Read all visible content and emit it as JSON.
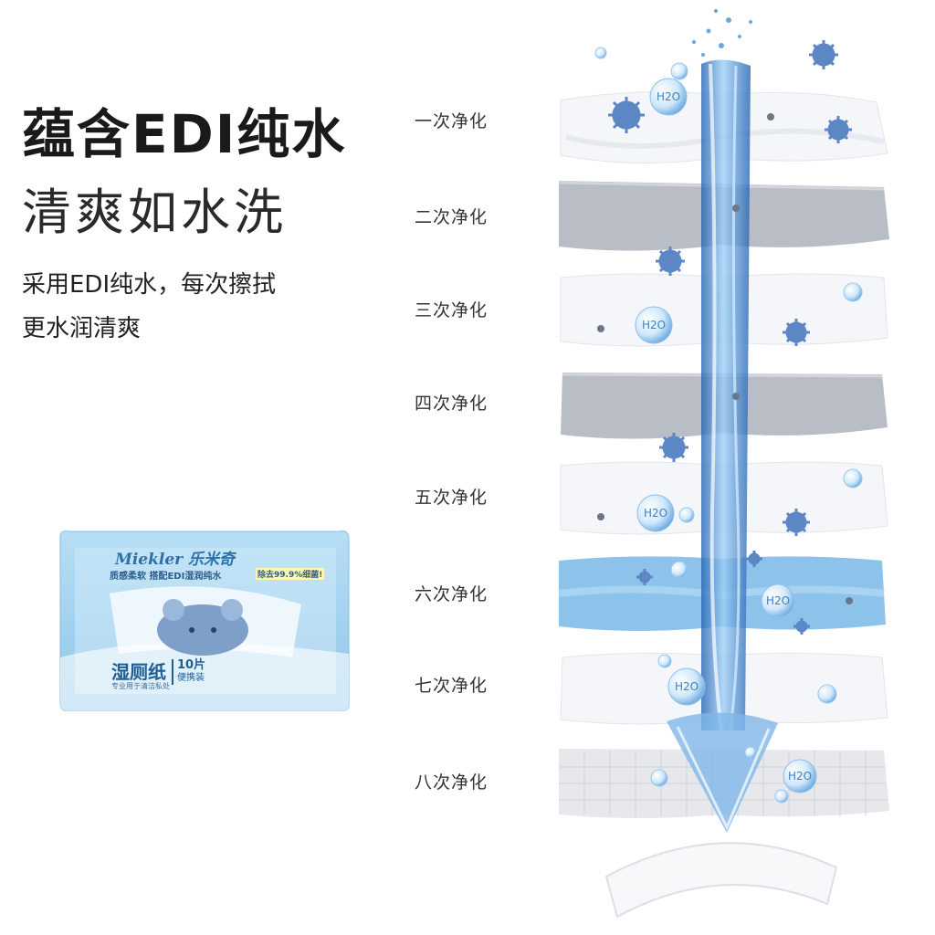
{
  "headline": {
    "line1": "蕴含EDI纯水",
    "line2": "清爽如水洗"
  },
  "description": {
    "line1": "采用EDI纯水，每次擦拭",
    "line2": "更水润清爽"
  },
  "purification_stages": [
    "一次净化",
    "二次净化",
    "三次净化",
    "四次净化",
    "五次净化",
    "六次净化",
    "七次净化",
    "八次净化"
  ],
  "molecule_label": "H2O",
  "product": {
    "brand": "Miekler 乐米奇",
    "features": "质感柔软  搭配EDI湿润纯水",
    "claim": "除去99.9%细菌!",
    "name": "湿厕纸",
    "count": "10片",
    "pack_type": "便携装",
    "subtitle": "专业用于清洁私处"
  },
  "colors": {
    "water": "#2f7fd1",
    "layer_white": "#f4f6f9",
    "layer_grey": "#b9bec6",
    "layer_blue": "#8dc3ea",
    "virus": "#5c86c4",
    "package": "#a9d6f2"
  }
}
